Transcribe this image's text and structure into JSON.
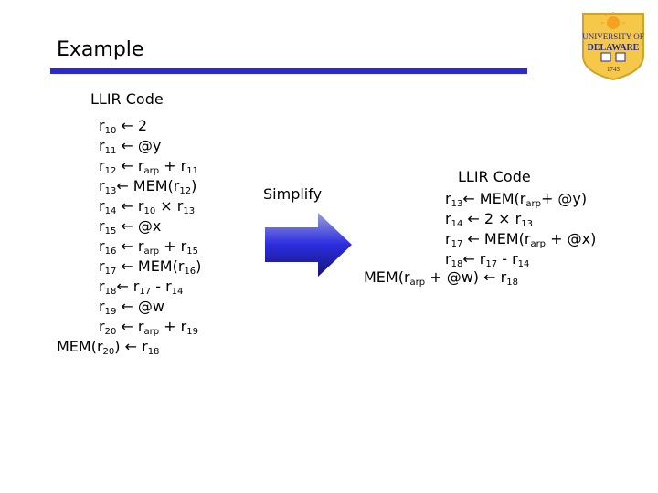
{
  "title": "Example",
  "left": {
    "header": "LLIR Code",
    "lines": [
      {
        "pre": "r",
        "sub1": "10",
        "post": " ← 2",
        "rest": ""
      },
      {
        "pre": "r",
        "sub1": "11",
        "post": " ← @y",
        "rest": ""
      },
      {
        "pre": "r",
        "sub1": "12",
        "post": " ← r",
        "sub2": "arp",
        "rest": " + r",
        "sub3": "11"
      },
      {
        "pre": "r",
        "sub1": "13",
        "post": "← MEM(r",
        "sub2": "12",
        "rest": ")"
      },
      {
        "pre": "r",
        "sub1": "14",
        "post": " ← r",
        "sub2": "10",
        "rest": " × r",
        "sub3": "13"
      },
      {
        "pre": "r",
        "sub1": "15",
        "post": " ← @x",
        "rest": ""
      },
      {
        "pre": "r",
        "sub1": "16",
        "post": " ← r",
        "sub2": "arp",
        "rest": " + r",
        "sub3": "15"
      },
      {
        "pre": "r",
        "sub1": "17",
        "post": " ← MEM(r",
        "sub2": "16",
        "rest": ")"
      },
      {
        "pre": "r",
        "sub1": "18",
        "post": "← r",
        "sub2": "17",
        "rest": " - r",
        "sub3": "14"
      },
      {
        "pre": "r",
        "sub1": "19",
        "post": " ← @w",
        "rest": ""
      },
      {
        "pre": "r",
        "sub1": "20",
        "post": " ← r",
        "sub2": "arp",
        "rest": " + r",
        "sub3": "19"
      }
    ],
    "last": {
      "pre": "MEM(r",
      "sub1": "20",
      "post": ") ← r",
      "sub2": "18"
    }
  },
  "middle": {
    "label": "Simplify"
  },
  "right": {
    "header": "LLIR Code",
    "lines": [
      {
        "pre": "r",
        "sub1": "13",
        "post": "← MEM(r",
        "sub2": "arp",
        "rest": "+ @y)"
      },
      {
        "pre": "r",
        "sub1": "14",
        "post": " ← 2 × r",
        "sub2": "13",
        "rest": ""
      },
      {
        "pre": "r",
        "sub1": "17",
        "post": " ← MEM(r",
        "sub2": "arp",
        "rest": " + @x)"
      },
      {
        "pre": "r",
        "sub1": "18",
        "post": "← r",
        "sub2": "17",
        "rest": " - r",
        "sub3": "14"
      }
    ],
    "last": {
      "pre": "MEM(r",
      "sub1": "arp",
      "post": " + @w) ← r",
      "sub2": "18"
    }
  },
  "logo": {
    "text_line1": "UNIVERSITY OF",
    "text_line2": "DELAWARE",
    "year": "1743",
    "colors": {
      "shield": "#f6c84a",
      "border": "#cfa12f",
      "text": "#2a2a80"
    }
  }
}
